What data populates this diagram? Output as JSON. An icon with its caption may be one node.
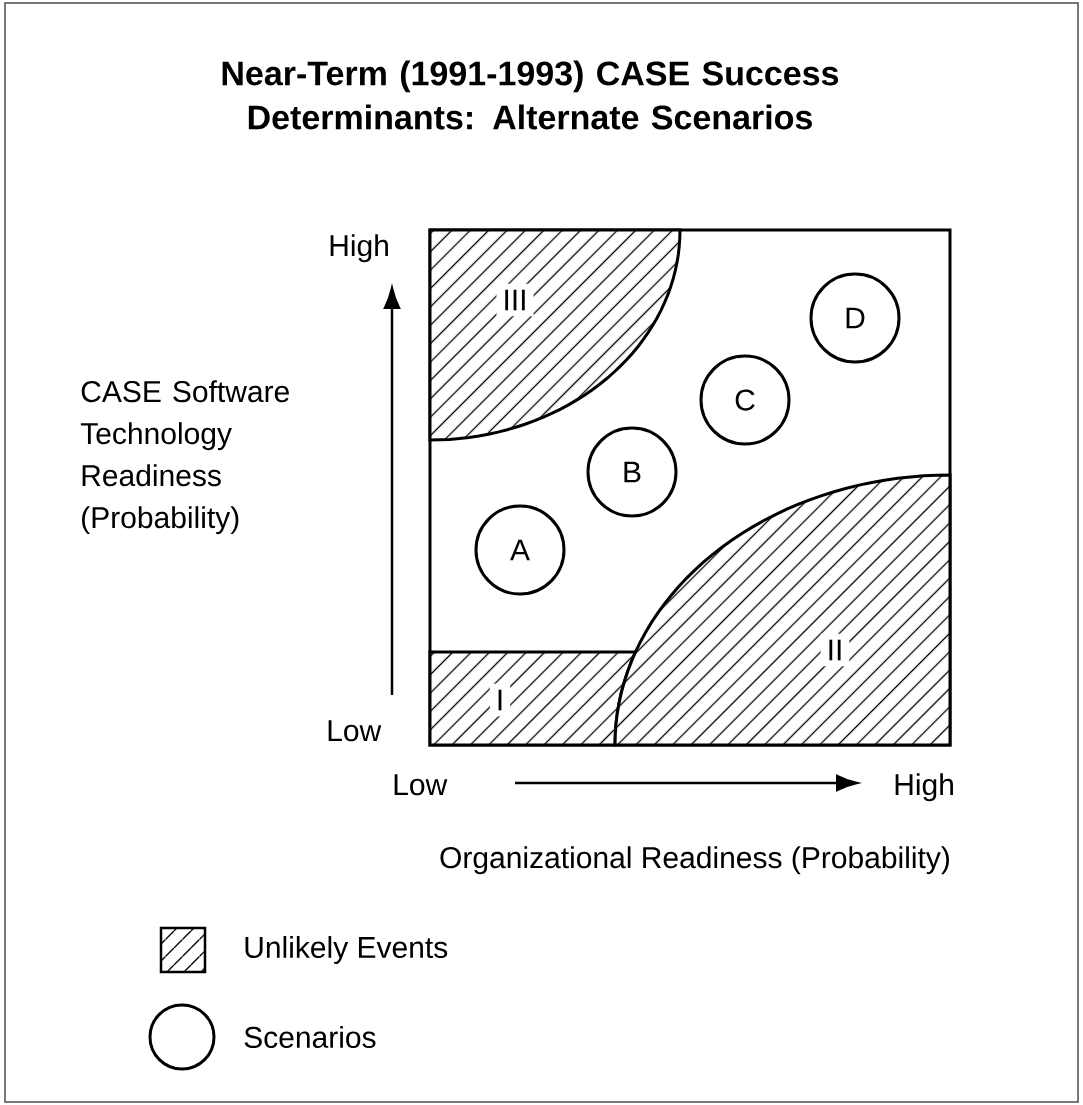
{
  "diagram": {
    "title": "Near-Term (1991-1993) CASE Success Determinants: Alternate Scenarios",
    "nodes": [
      {
        "text": [
          "III"
        ]
      },
      {
        "text": [
          "D"
        ]
      },
      {
        "text": [
          "C"
        ]
      },
      {
        "text": [
          "B"
        ]
      },
      {
        "text": [
          "A"
        ]
      },
      {
        "text": [
          "II"
        ]
      },
      {
        "text": [
          "I"
        ]
      }
    ],
    "labels": [
      "High",
      "CASE Software Technology Readiness (Probability)",
      "Low",
      "Low",
      "High",
      "Organizational Readiness (Probability)"
    ],
    "legend": [
      {
        "text": "Unlikely Events"
      },
      {
        "text": "Scenarios"
      }
    ]
  }
}
